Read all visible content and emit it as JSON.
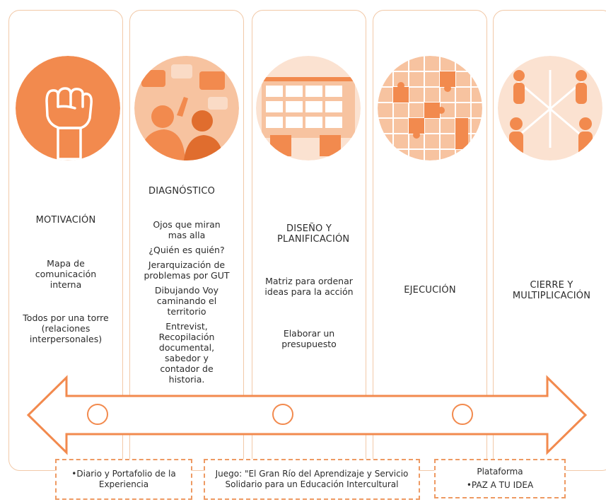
{
  "colors": {
    "accent": "#f28a4e",
    "light": "#f7c3a0",
    "border": "#f2c9a8",
    "dashed": "#ee9a63"
  },
  "stages": [
    {
      "title": "MOTIVACIÓN",
      "icon": "raised-fist-icon",
      "items": [
        "Mapa de comunicación interna",
        "Todos por una torre (relaciones interpersonales)"
      ]
    },
    {
      "title": "DIAGNÓSTICO",
      "icon": "people-talking-icon",
      "items": [
        "Ojos que miran mas alla",
        "¿Quién es quién?",
        "Jerarquización de problemas por GUT",
        "Dibujando Voy caminando el territorio",
        "Entrevist, Recopilación documental, sabedor y contador de historia."
      ]
    },
    {
      "title": "DISEÑO Y PLANIFICACIÓN",
      "icon": "planning-board-icon",
      "items": [
        "Matriz para ordenar ideas para la acción",
        "Elaborar un presupuesto"
      ]
    },
    {
      "title": "EJECUCIÓN",
      "icon": "puzzle-icon",
      "items": []
    },
    {
      "title": "CIERRE Y MULTIPLICACIÓN",
      "icon": "network-people-icon",
      "items": []
    }
  ],
  "boxes": [
    {
      "lines": [
        "•Diario y Portafolio de la Experiencia"
      ]
    },
    {
      "lines": [
        "Juego: \"El Gran Río del Aprendizaje y Servicio Solidario para un Educación Intercultural"
      ]
    },
    {
      "lines": [
        "Plataforma",
        "•PAZ A TU IDEA"
      ]
    }
  ]
}
